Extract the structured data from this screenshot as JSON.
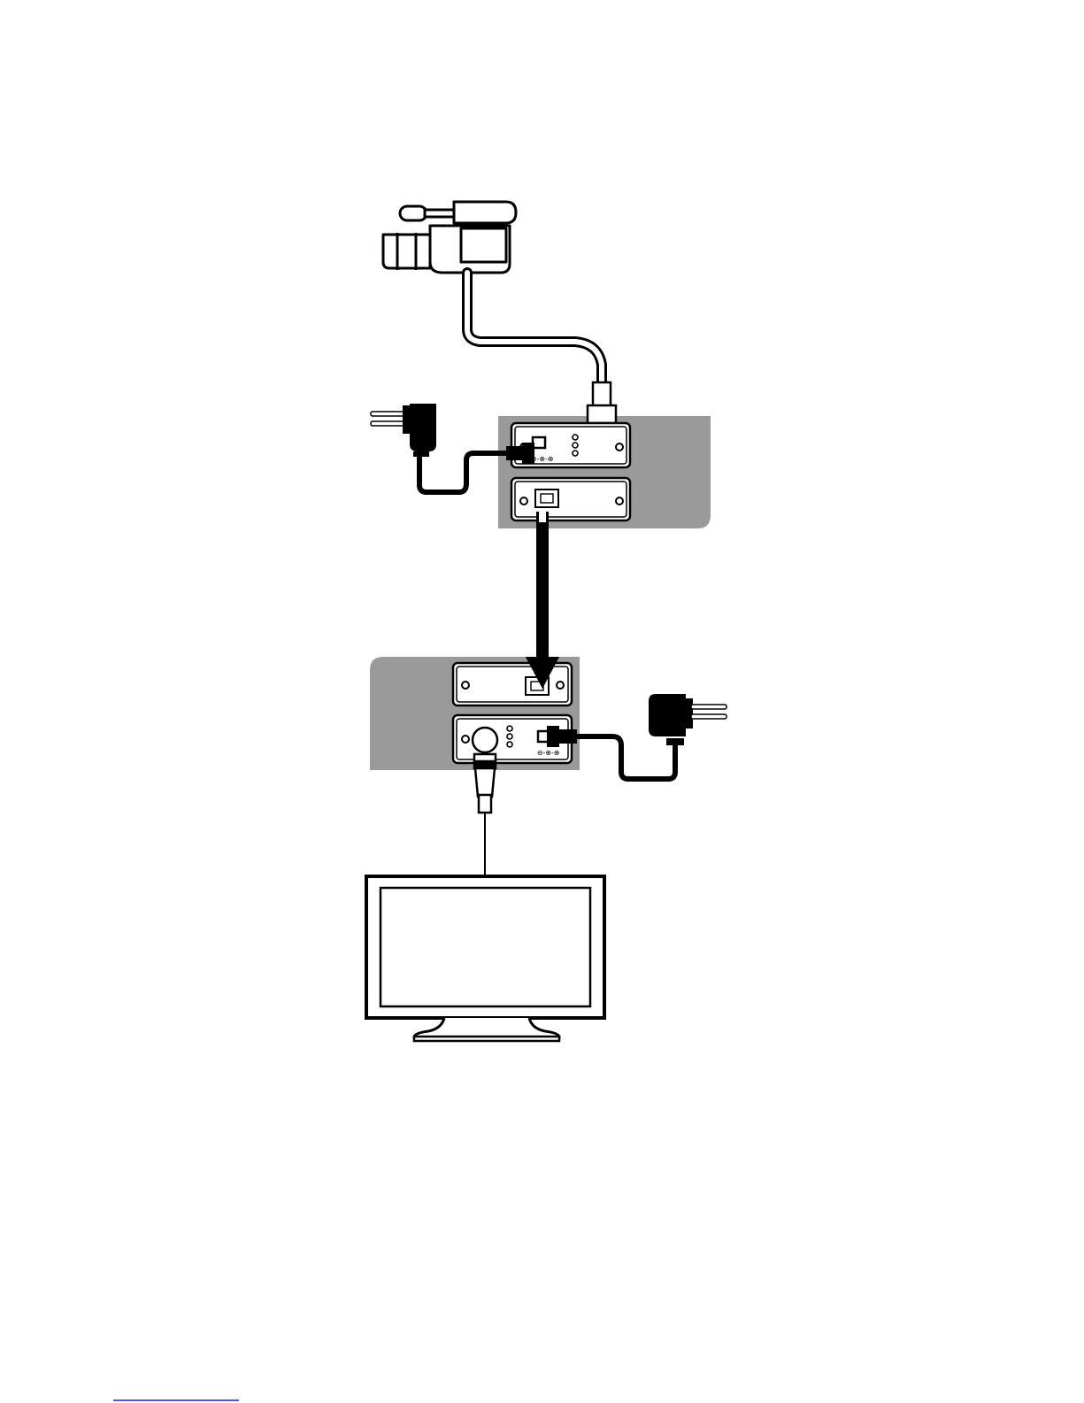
{
  "diagram": {
    "components": [
      {
        "id": "camera",
        "icon": "video-camera-icon"
      },
      {
        "id": "transmitter",
        "icon": "transmitter-unit-icon"
      },
      {
        "id": "receiver",
        "icon": "receiver-unit-icon"
      },
      {
        "id": "tx-power",
        "icon": "power-adapter-icon"
      },
      {
        "id": "rx-power",
        "icon": "power-adapter-icon"
      },
      {
        "id": "monitor",
        "icon": "monitor-icon"
      }
    ],
    "connections": [
      {
        "from": "camera",
        "to": "transmitter",
        "kind": "coax-bnc-cable"
      },
      {
        "from": "tx-power",
        "to": "transmitter",
        "kind": "dc-power-cable"
      },
      {
        "from": "transmitter",
        "to": "receiver",
        "kind": "link-arrow"
      },
      {
        "from": "rx-power",
        "to": "receiver",
        "kind": "dc-power-cable"
      },
      {
        "from": "receiver",
        "to": "monitor",
        "kind": "coax-bnc-cable"
      }
    ],
    "colors": {
      "panel": "#9a9a9a",
      "ink": "#000000",
      "background": "#ffffff",
      "footer_rule": "#1b1be0"
    }
  }
}
